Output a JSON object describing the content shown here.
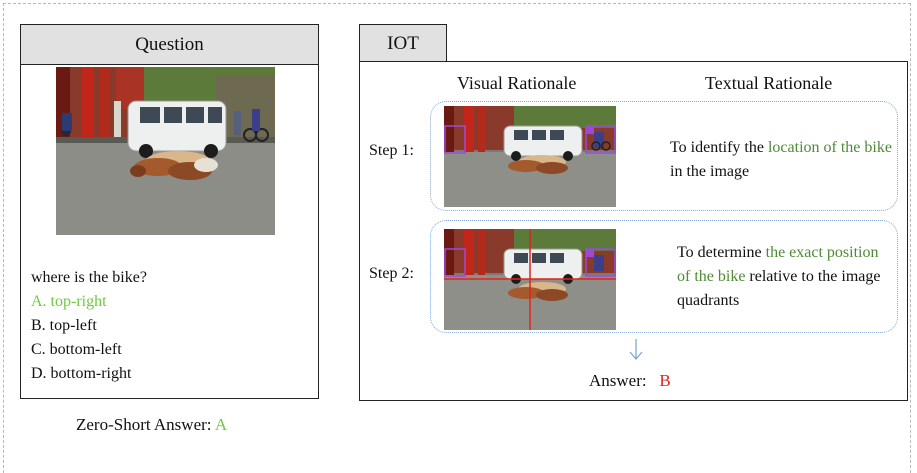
{
  "question_panel": {
    "header": "Question",
    "question": "where is the bike?",
    "options": [
      {
        "text": "A. top-right",
        "color": "#6ec93f"
      },
      {
        "text": "B. top-left",
        "color": "#111111"
      },
      {
        "text": "C. bottom-left",
        "color": "#111111"
      },
      {
        "text": "D. bottom-right",
        "color": "#111111"
      }
    ]
  },
  "zero_shot": {
    "label": "Zero-Short Answer:",
    "value": "A"
  },
  "iot_panel": {
    "tab": "IOT",
    "visual_header": "Visual Rationale",
    "textual_header": "Textual Rationale",
    "steps": [
      {
        "label": "Step 1:",
        "text_before": "To identify the ",
        "highlight": "location of the bike",
        "text_after": " in the image"
      },
      {
        "label": "Step 2:",
        "text_before": "To determine ",
        "highlight": "the exact position of the bike",
        "text_after": " relative to the image quadrants"
      }
    ],
    "answer_label": "Answer:",
    "answer_value": "B"
  },
  "colors": {
    "correct_green": "#6ec93f",
    "highlight_green": "#4f8a36",
    "answer_red": "#e3231c",
    "dotted_blue": "#7fa7d8",
    "bbox_purple": "#9b4ad6"
  }
}
